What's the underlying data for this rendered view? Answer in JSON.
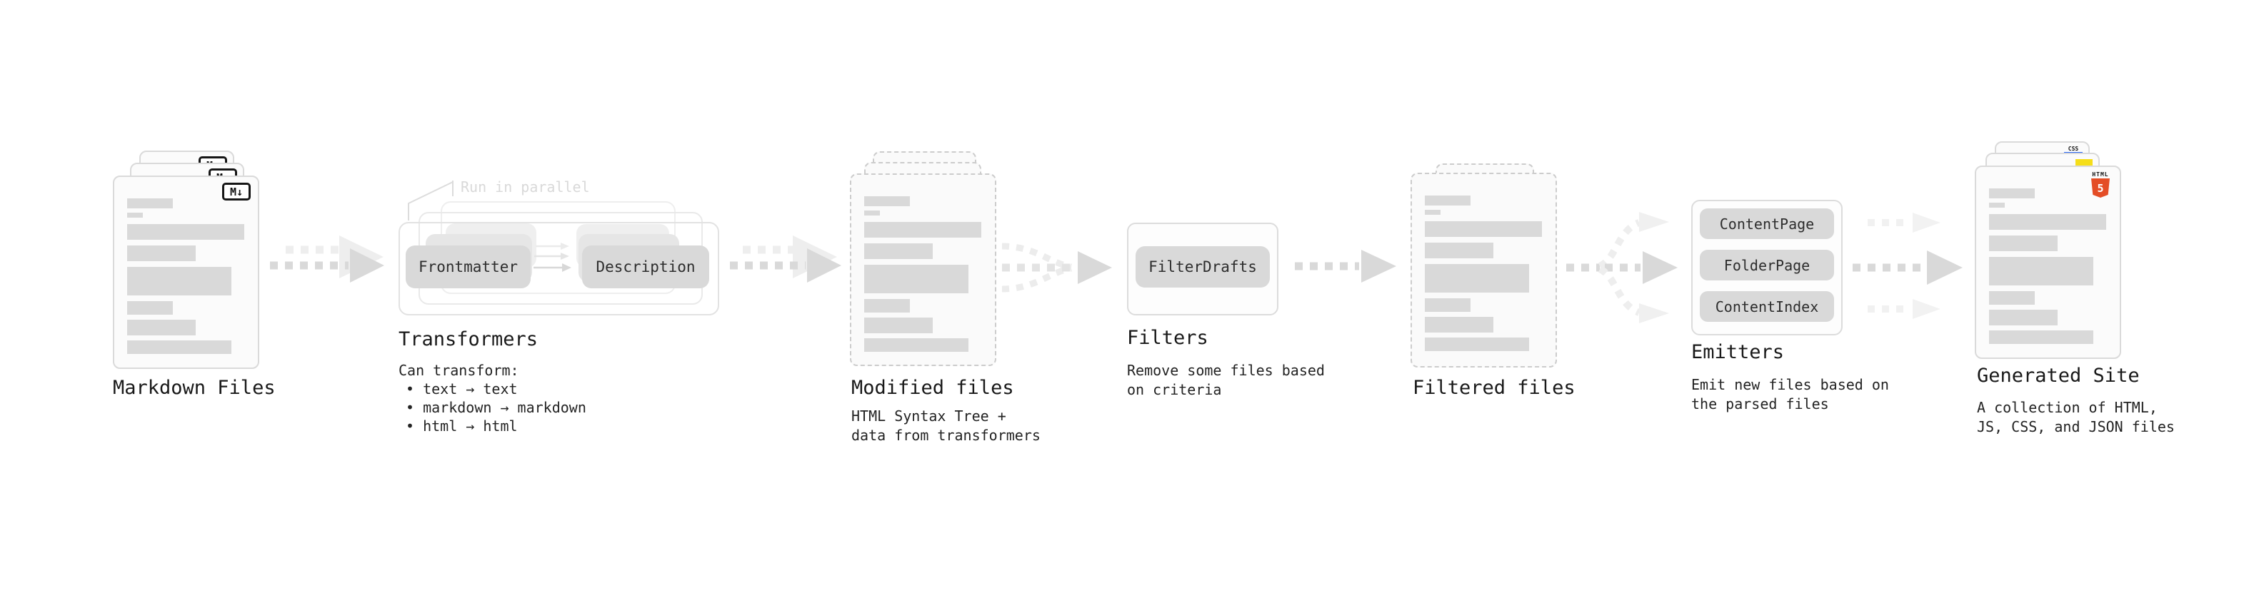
{
  "pipeline": {
    "markdown_files": {
      "label": "Markdown Files",
      "badge": "M↓"
    },
    "transformers": {
      "label": "Transformers",
      "note": "Run in parallel",
      "pills": [
        "Frontmatter",
        "Description"
      ],
      "desc_heading": "Can transform:",
      "bullets": [
        "• text → text",
        "• markdown → markdown",
        "• html → html"
      ]
    },
    "modified_files": {
      "label": "Modified files",
      "desc": [
        "HTML Syntax Tree +",
        "data from transformers"
      ]
    },
    "filters": {
      "label": "Filters",
      "pills": [
        "FilterDrafts"
      ],
      "desc": [
        "Remove some files based",
        "on criteria"
      ]
    },
    "filtered_files": {
      "label": "Filtered files"
    },
    "emitters": {
      "label": "Emitters",
      "pills": [
        "ContentPage",
        "FolderPage",
        "ContentIndex"
      ],
      "desc": [
        "Emit new files based on",
        "the parsed files"
      ]
    },
    "generated_site": {
      "label": "Generated Site",
      "desc": [
        "A collection of HTML,",
        "JS, CSS, and JSON files"
      ],
      "badges": {
        "css": "CSS",
        "html": "HTML",
        "html_number": "5"
      }
    }
  },
  "colors": {
    "html5_orange": "#e44d26",
    "js_yellow": "#f5de19",
    "css_blue": "#2965f1",
    "card_border": "#dadada",
    "bar_gray": "#d9d9d9",
    "arrow_gray": "#d9d9d9",
    "arrow_light": "#efefef",
    "note_gray": "#d9d9d9",
    "text_dark": "#1a1a1a"
  }
}
